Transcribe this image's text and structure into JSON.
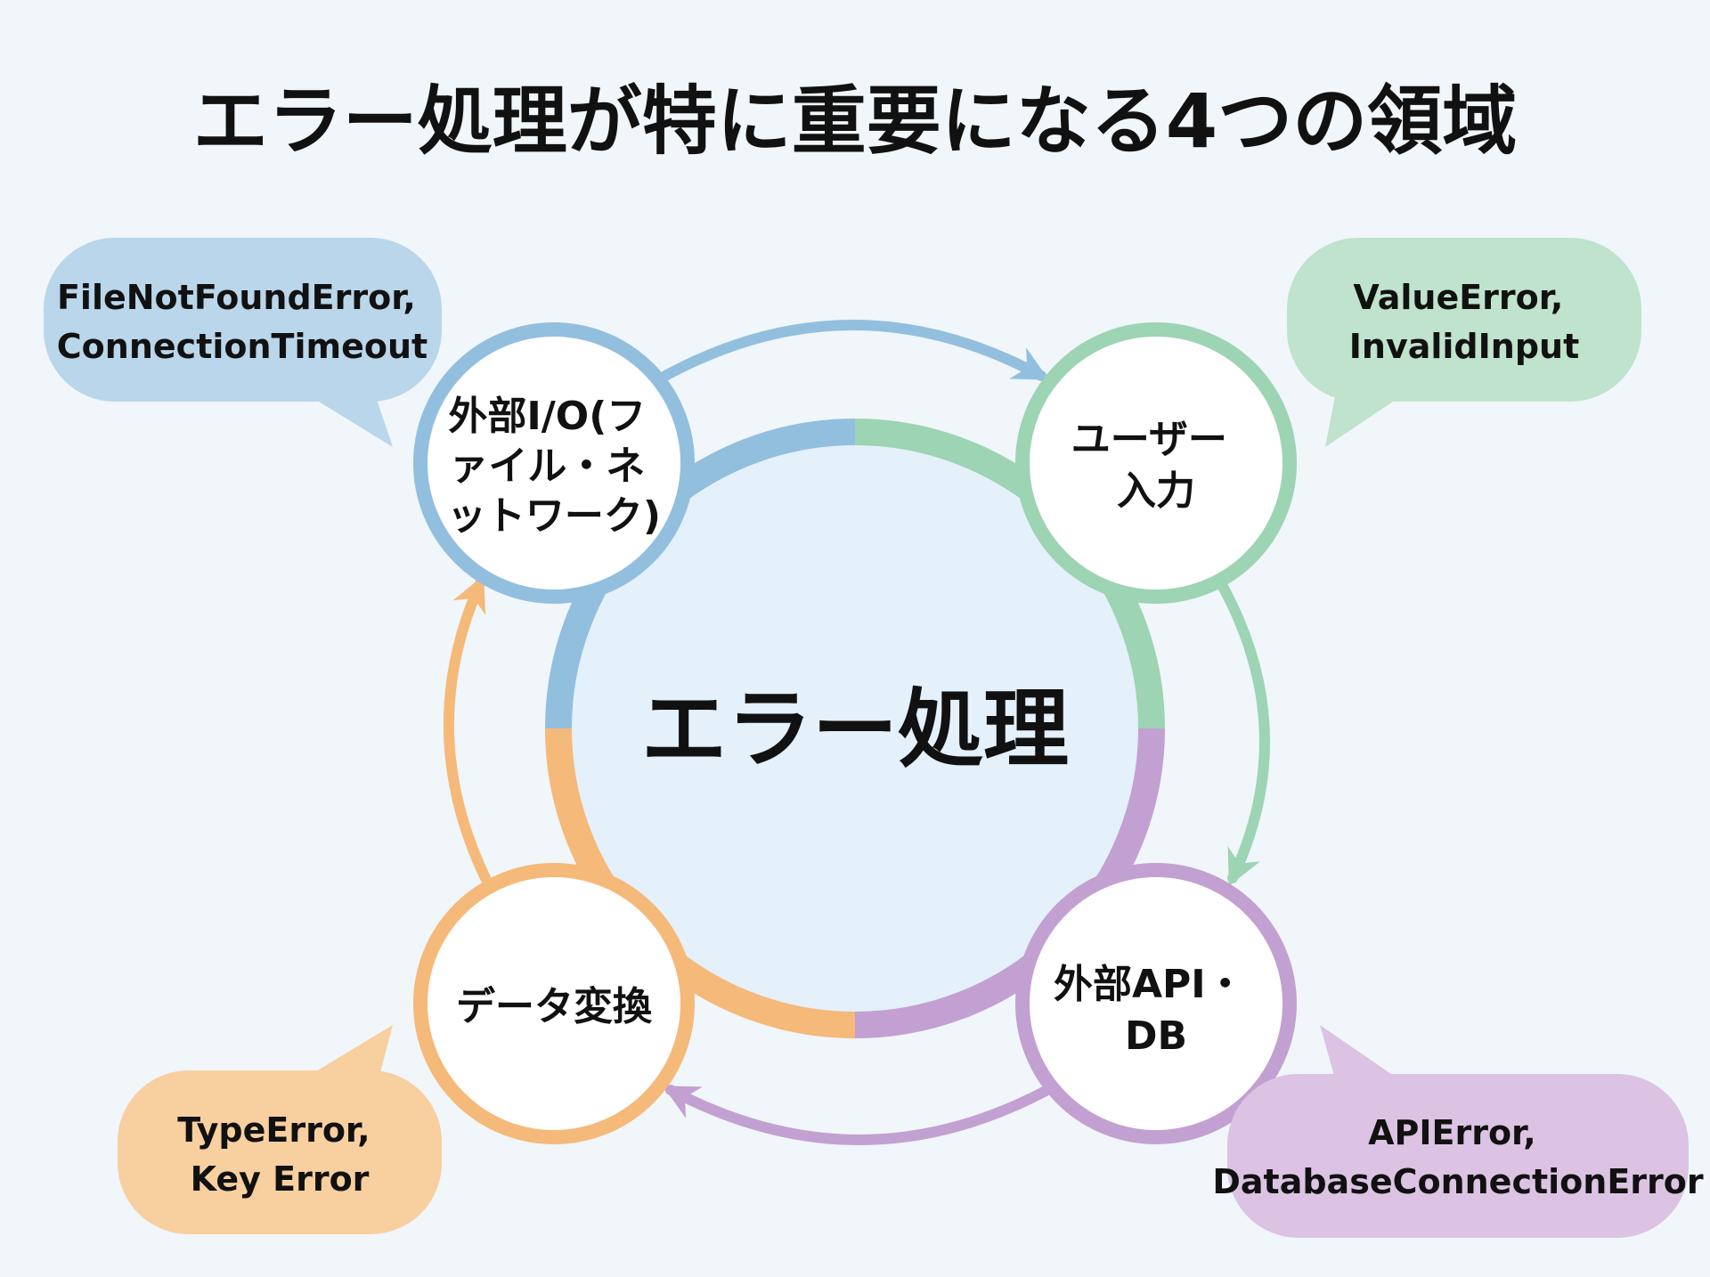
{
  "title": "エラー処理が特に重要になる4つの領域",
  "center": {
    "label": "エラー処理",
    "fill_color": "#e4f0fa"
  },
  "colors": {
    "background": "#f0f6f9",
    "blue": "#93bfdf",
    "blue_bubble": "#b9d6ea",
    "green": "#9dd4b3",
    "green_bubble": "#bfe3cc",
    "purple": "#c3a0d2",
    "purple_bubble": "#dcc3e4",
    "orange": "#f5b97a",
    "orange_bubble": "#f8cf9f"
  },
  "nodes": [
    {
      "id": "external-io",
      "label_lines": [
        "外部I/O(フ",
        "ァイル・ネ",
        "ットワーク)"
      ],
      "errors_lines": [
        "FileNotFoundError,",
        "ConnectionTimeout"
      ]
    },
    {
      "id": "user-input",
      "label_lines": [
        "ユーザー",
        "入力"
      ],
      "errors_lines": [
        "ValueError,",
        "InvalidInput"
      ]
    },
    {
      "id": "external-api-db",
      "label_lines": [
        "外部API・",
        "DB"
      ],
      "errors_lines": [
        "APIError,",
        "DatabaseConnectionError"
      ]
    },
    {
      "id": "data-conversion",
      "label_lines": [
        "データ変換"
      ],
      "errors_lines": [
        "TypeError,",
        "Key Error"
      ]
    }
  ]
}
